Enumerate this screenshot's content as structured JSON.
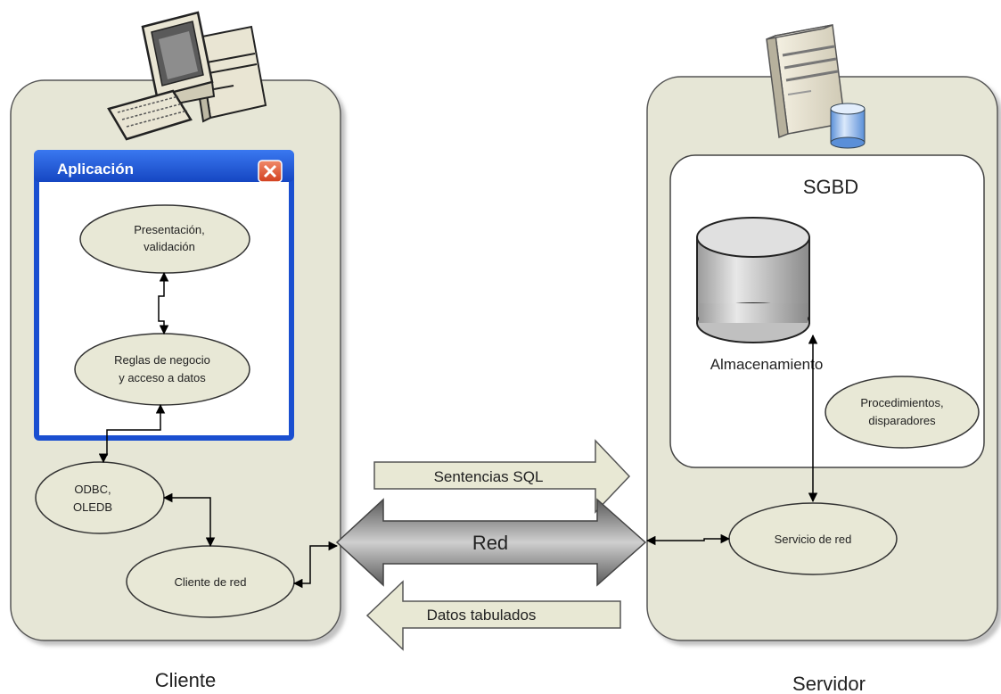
{
  "client": {
    "caption": "Cliente",
    "window_title": "Aplicación",
    "presentation": [
      "Presentación,",
      "validación"
    ],
    "business": [
      "Reglas de negocio",
      "y acceso a datos"
    ],
    "odbc": [
      "ODBC,",
      "OLEDB"
    ],
    "network_client": "Cliente de red"
  },
  "server": {
    "caption": "Servidor",
    "dbms_title": "SGBD",
    "storage": "Almacenamiento",
    "procedures": [
      "Procedimientos,",
      "disparadores"
    ],
    "network_service": "Servicio de red"
  },
  "network": {
    "sql_label": "Sentencias SQL",
    "red_label": "Red",
    "data_label": "Datos tabulados"
  },
  "colors": {
    "panel_fill": "#e6e6d6",
    "panel_stroke": "#555555",
    "ellipse_fill": "#e8e8d6",
    "window_blue": "#1a4fd0",
    "close_red": "#e0553a",
    "arrow_fill": "#e8e8d4",
    "red_arrow_dark": "#555555",
    "red_arrow_light": "#c8c8c8"
  },
  "icons": [
    "desktop-computer-icon",
    "keyboard-icon",
    "server-tower-icon",
    "database-cylinder-icon",
    "close-icon"
  ]
}
